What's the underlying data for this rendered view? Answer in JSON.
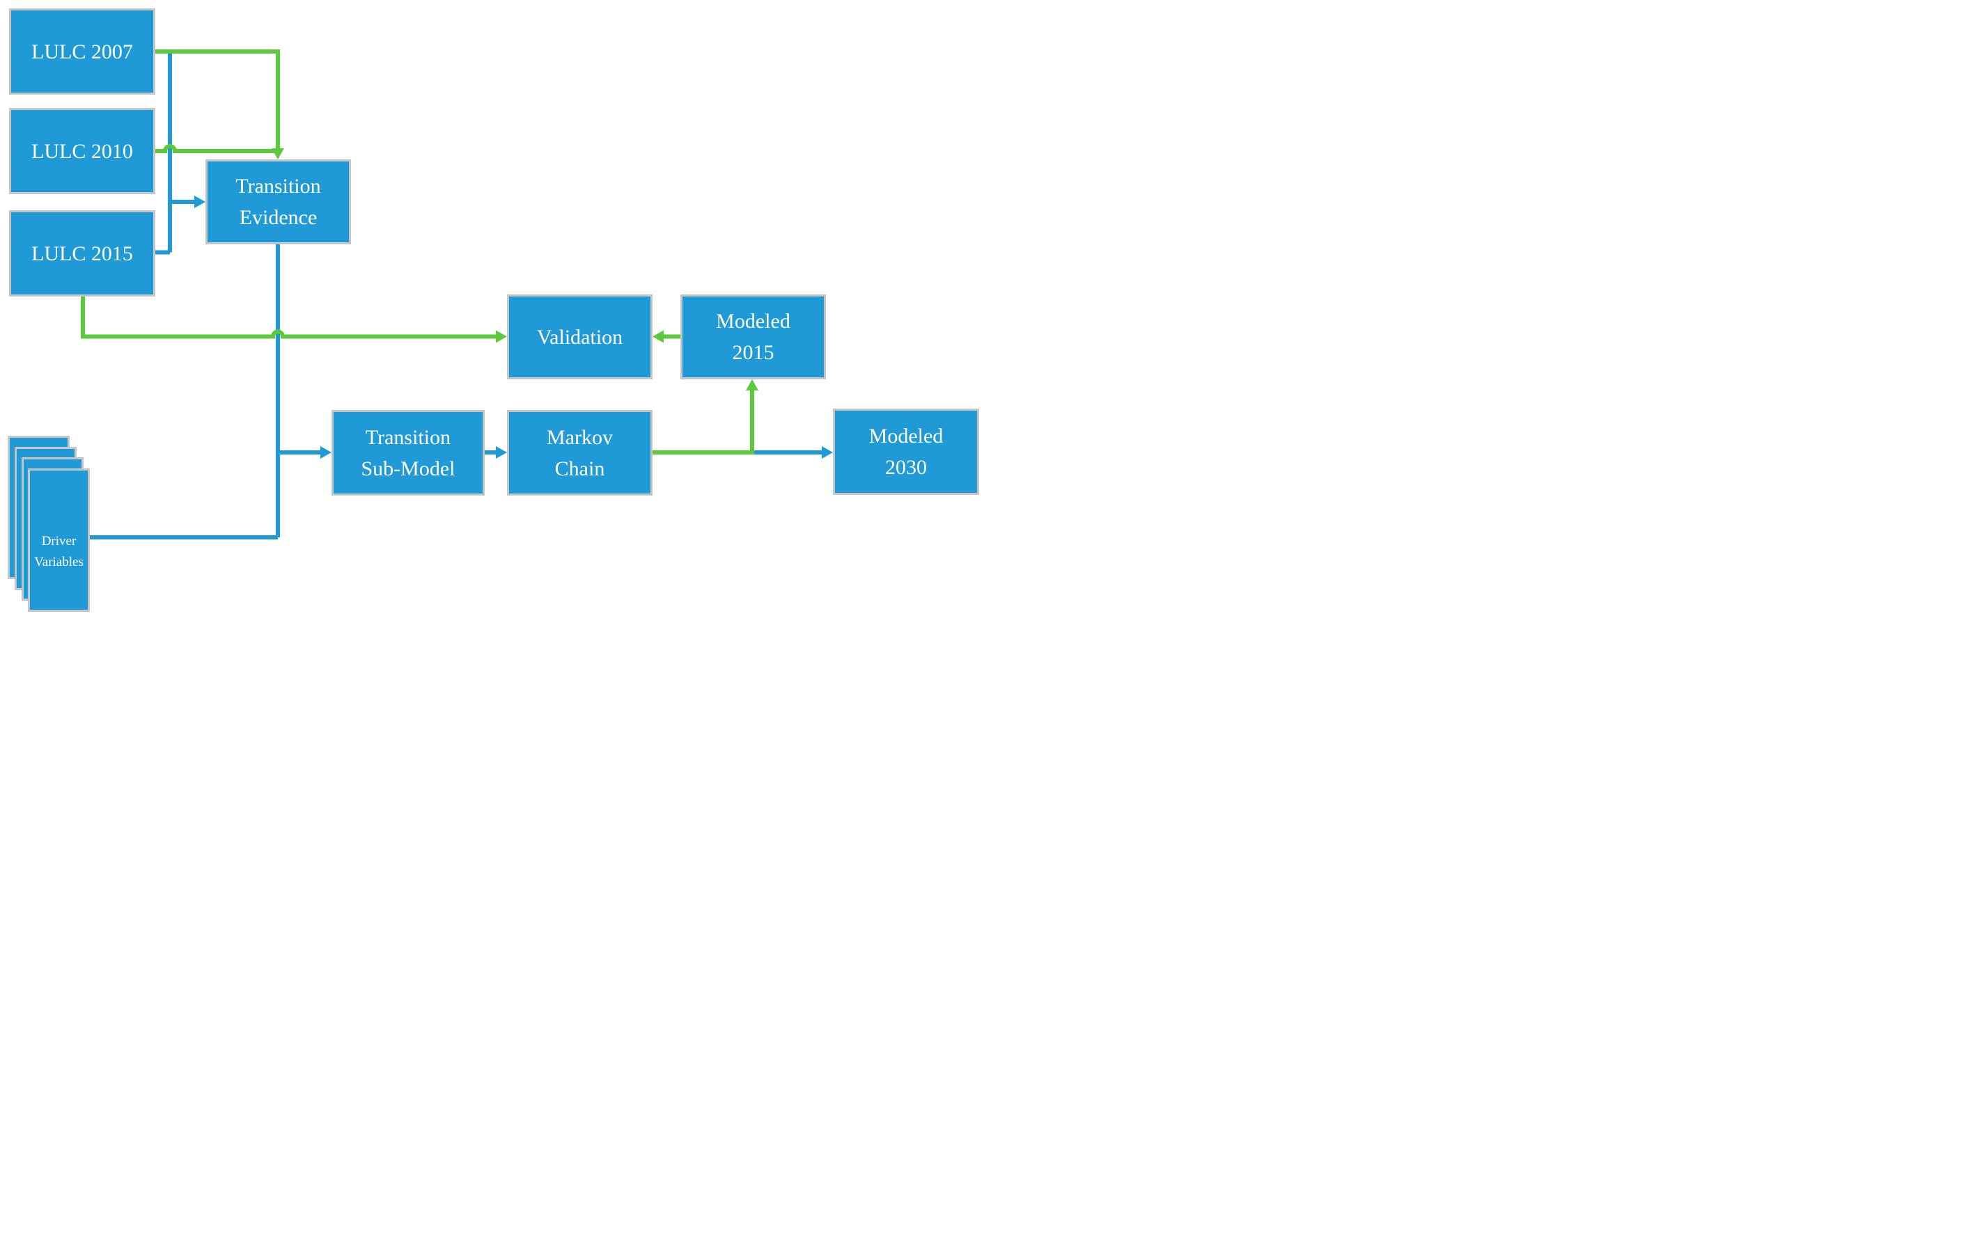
{
  "figure": {
    "type": "flowchart",
    "description": "LULC change modeling workflow diagram",
    "colors": {
      "node_fill": "#1F9AD6",
      "node_border": "#C6C6C6",
      "label_text": "#FFFFFF",
      "edge_green": "#5DC83B",
      "edge_blue": "#1F9AD6",
      "background": "#FFFFFF"
    },
    "nodes": {
      "lulc_2007": {
        "lines": [
          "LULC 2007"
        ]
      },
      "lulc_2010": {
        "lines": [
          "LULC 2010"
        ]
      },
      "lulc_2015": {
        "lines": [
          "LULC 2015"
        ]
      },
      "transition_evidence": {
        "lines": [
          "Transition",
          "Evidence"
        ]
      },
      "validation": {
        "lines": [
          "Validation"
        ]
      },
      "modeled_2015": {
        "lines": [
          "Modeled",
          "2015"
        ]
      },
      "transition_sub_model": {
        "lines": [
          "Transition",
          "Sub-Model"
        ]
      },
      "markov_chain": {
        "lines": [
          "Markov",
          "Chain"
        ]
      },
      "modeled_2030": {
        "lines": [
          "Modeled",
          "2030"
        ]
      },
      "driver_variables": {
        "lines": [
          "Driver",
          "Variables"
        ]
      }
    },
    "edges": [
      {
        "from": "lulc_2007",
        "to": "transition_evidence",
        "color": "green",
        "enters": "top"
      },
      {
        "from": "lulc_2010",
        "to": "transition_evidence",
        "color": "green",
        "enters": "top",
        "hops_over": "blue-vertical"
      },
      {
        "from": "lulc_2007",
        "to": "transition_evidence",
        "color": "blue",
        "enters": "left"
      },
      {
        "from": "lulc_2015",
        "to": "transition_evidence",
        "color": "blue",
        "enters": "left"
      },
      {
        "from": "lulc_2015",
        "to": "validation",
        "color": "green",
        "enters": "left",
        "hops_over": "blue-vertical"
      },
      {
        "from": "modeled_2015",
        "to": "validation",
        "color": "green",
        "enters": "right"
      },
      {
        "from": "transition_evidence",
        "to": "transition_sub_model",
        "color": "blue",
        "enters": "left"
      },
      {
        "from": "driver_variables",
        "to": "transition_sub_model",
        "color": "blue",
        "enters": "left"
      },
      {
        "from": "transition_sub_model",
        "to": "markov_chain",
        "color": "blue",
        "enters": "left"
      },
      {
        "from": "markov_chain",
        "to": "modeled_2015",
        "color": "green",
        "enters": "bottom"
      },
      {
        "from": "markov_chain",
        "to": "modeled_2030",
        "color": "blue",
        "enters": "left"
      }
    ]
  }
}
